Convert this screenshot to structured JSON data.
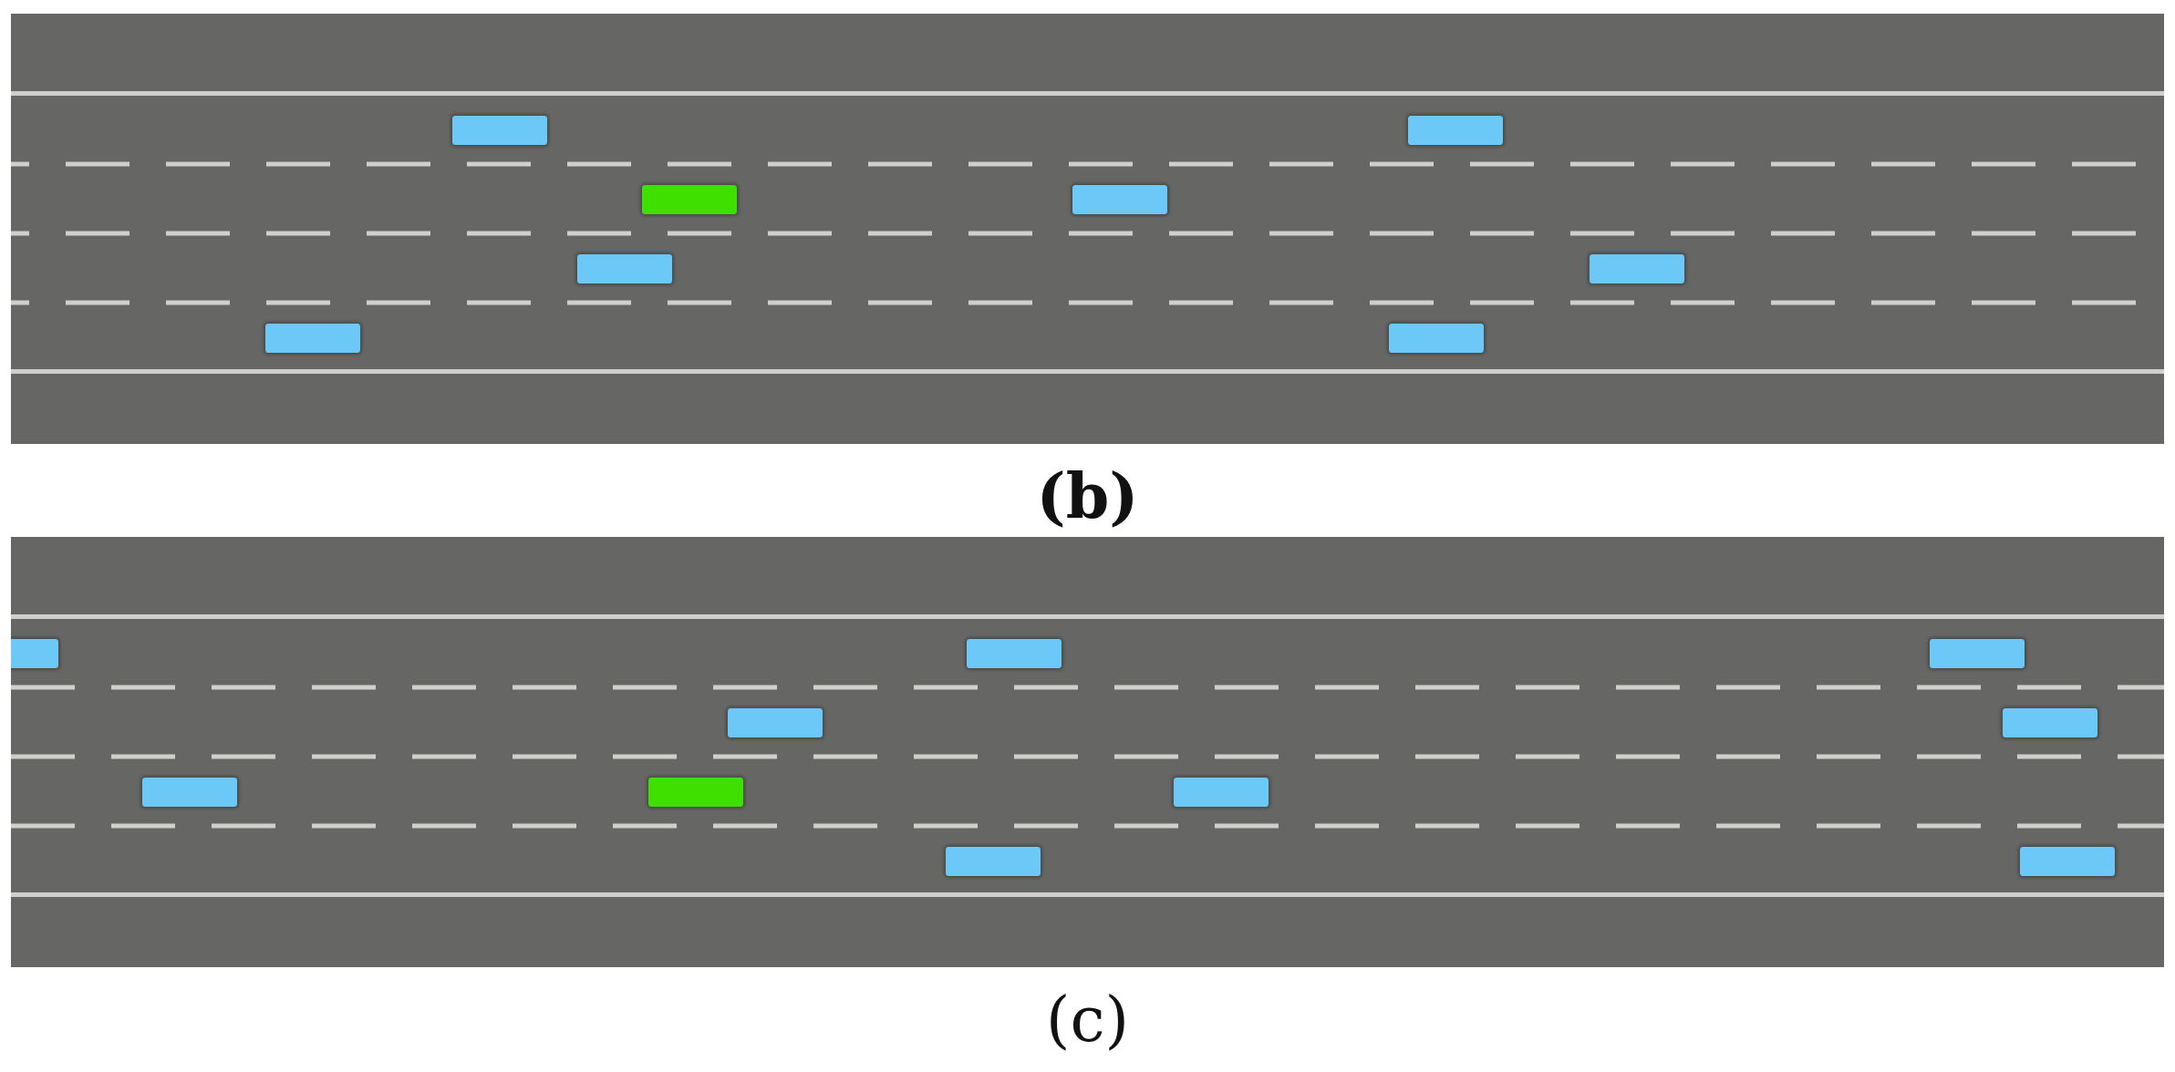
{
  "colors": {
    "road": "#666764",
    "lane_marking": "#cfcfcc",
    "other_vehicle": "#6cc8f6",
    "ego_vehicle": "#3fe000"
  },
  "panels": [
    {
      "id": "b",
      "caption": "(b)",
      "lanes": 4,
      "vehicles": [
        {
          "kind": "other",
          "lane": 1,
          "x": 0.205
        },
        {
          "kind": "other",
          "lane": 1,
          "x": 0.649
        },
        {
          "kind": "ego",
          "lane": 2,
          "x": 0.293
        },
        {
          "kind": "other",
          "lane": 2,
          "x": 0.493
        },
        {
          "kind": "other",
          "lane": 3,
          "x": 0.263
        },
        {
          "kind": "other",
          "lane": 3,
          "x": 0.733
        },
        {
          "kind": "other",
          "lane": 4,
          "x": 0.118
        },
        {
          "kind": "other",
          "lane": 4,
          "x": 0.64
        }
      ]
    },
    {
      "id": "c",
      "caption": "(c)",
      "lanes": 4,
      "vehicles": [
        {
          "kind": "other",
          "lane": 1,
          "x": 0.0
        },
        {
          "kind": "other",
          "lane": 1,
          "x": 0.444
        },
        {
          "kind": "other",
          "lane": 1,
          "x": 0.891
        },
        {
          "kind": "other",
          "lane": 2,
          "x": 0.333
        },
        {
          "kind": "other",
          "lane": 2,
          "x": 0.925
        },
        {
          "kind": "other",
          "lane": 3,
          "x": 0.061
        },
        {
          "kind": "ego",
          "lane": 3,
          "x": 0.296
        },
        {
          "kind": "other",
          "lane": 3,
          "x": 0.54
        },
        {
          "kind": "other",
          "lane": 4,
          "x": 0.434
        },
        {
          "kind": "other",
          "lane": 4,
          "x": 0.933
        }
      ]
    }
  ]
}
